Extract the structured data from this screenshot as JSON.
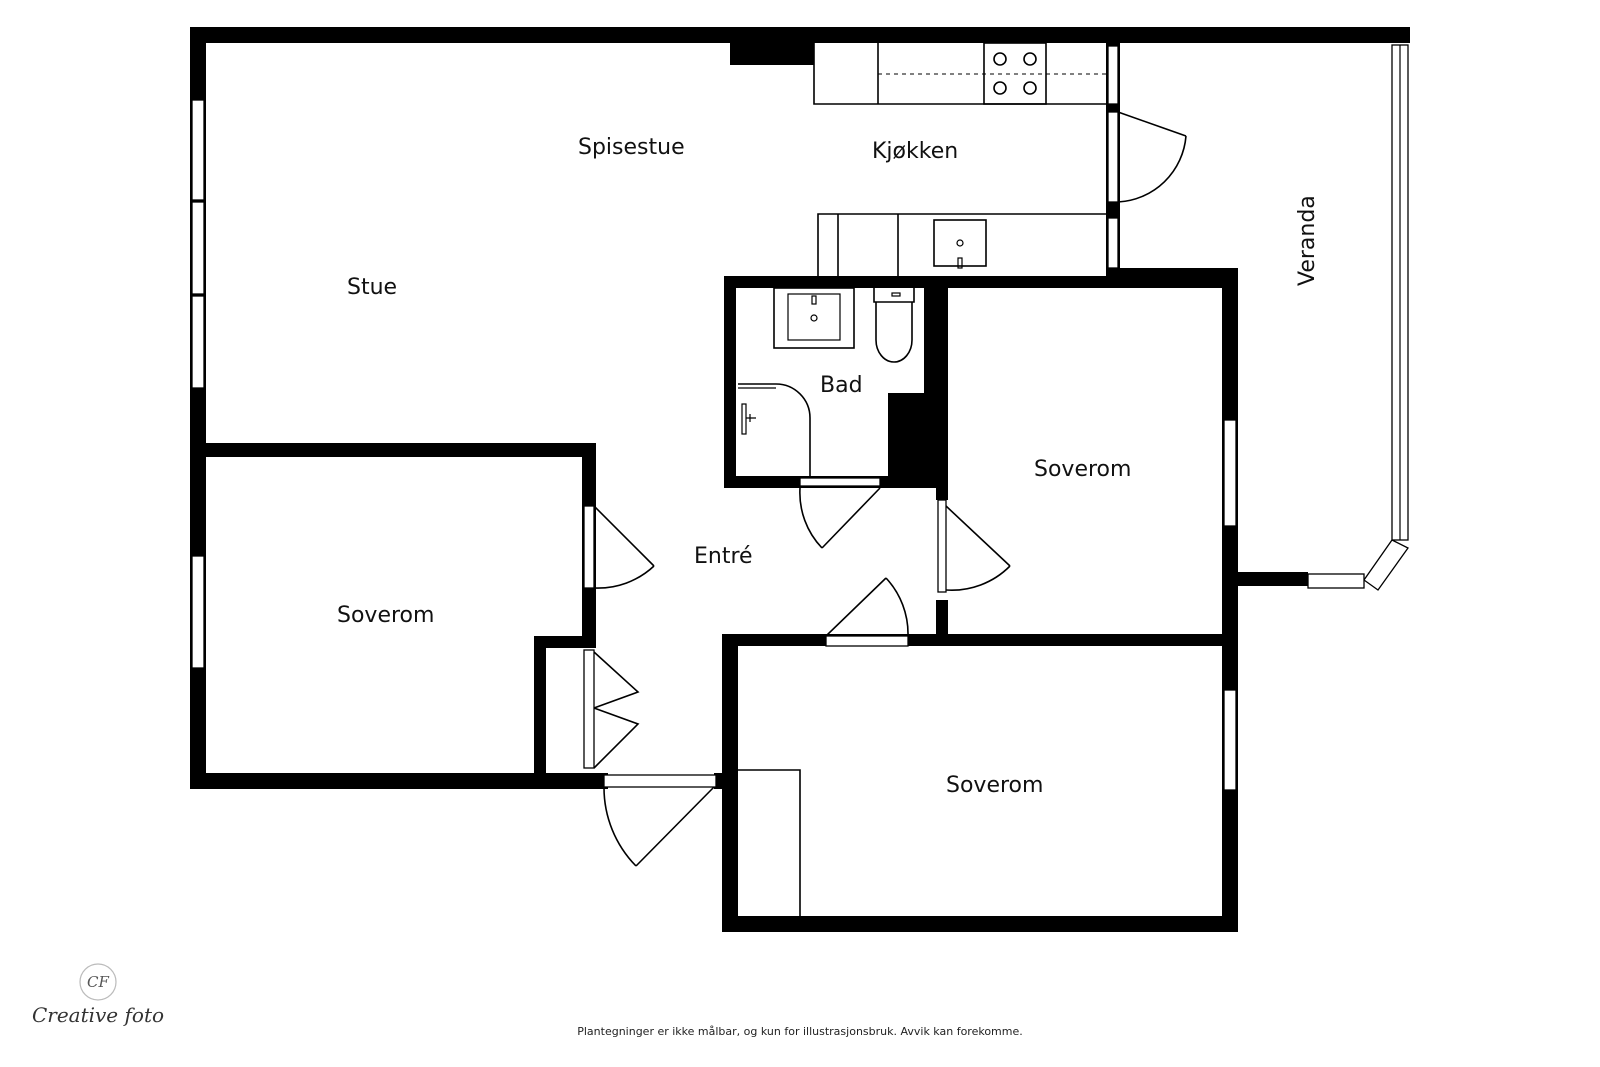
{
  "rooms": {
    "stue": "Stue",
    "spisestue": "Spisestue",
    "kjokken": "Kjøkken",
    "veranda": "Veranda",
    "bad": "Bad",
    "entre": "Entré",
    "soverom_left": "Soverom",
    "soverom_right": "Soverom",
    "soverom_bottom": "Soverom"
  },
  "footer": {
    "disclaimer": "Plantegninger er ikke målbar, og kun for illustrasjonsbruk. Avvik kan forekomme."
  },
  "logo": {
    "monogram": "CF",
    "name": "Creative foto"
  },
  "colors": {
    "wall": "#000000",
    "background": "#ffffff"
  }
}
